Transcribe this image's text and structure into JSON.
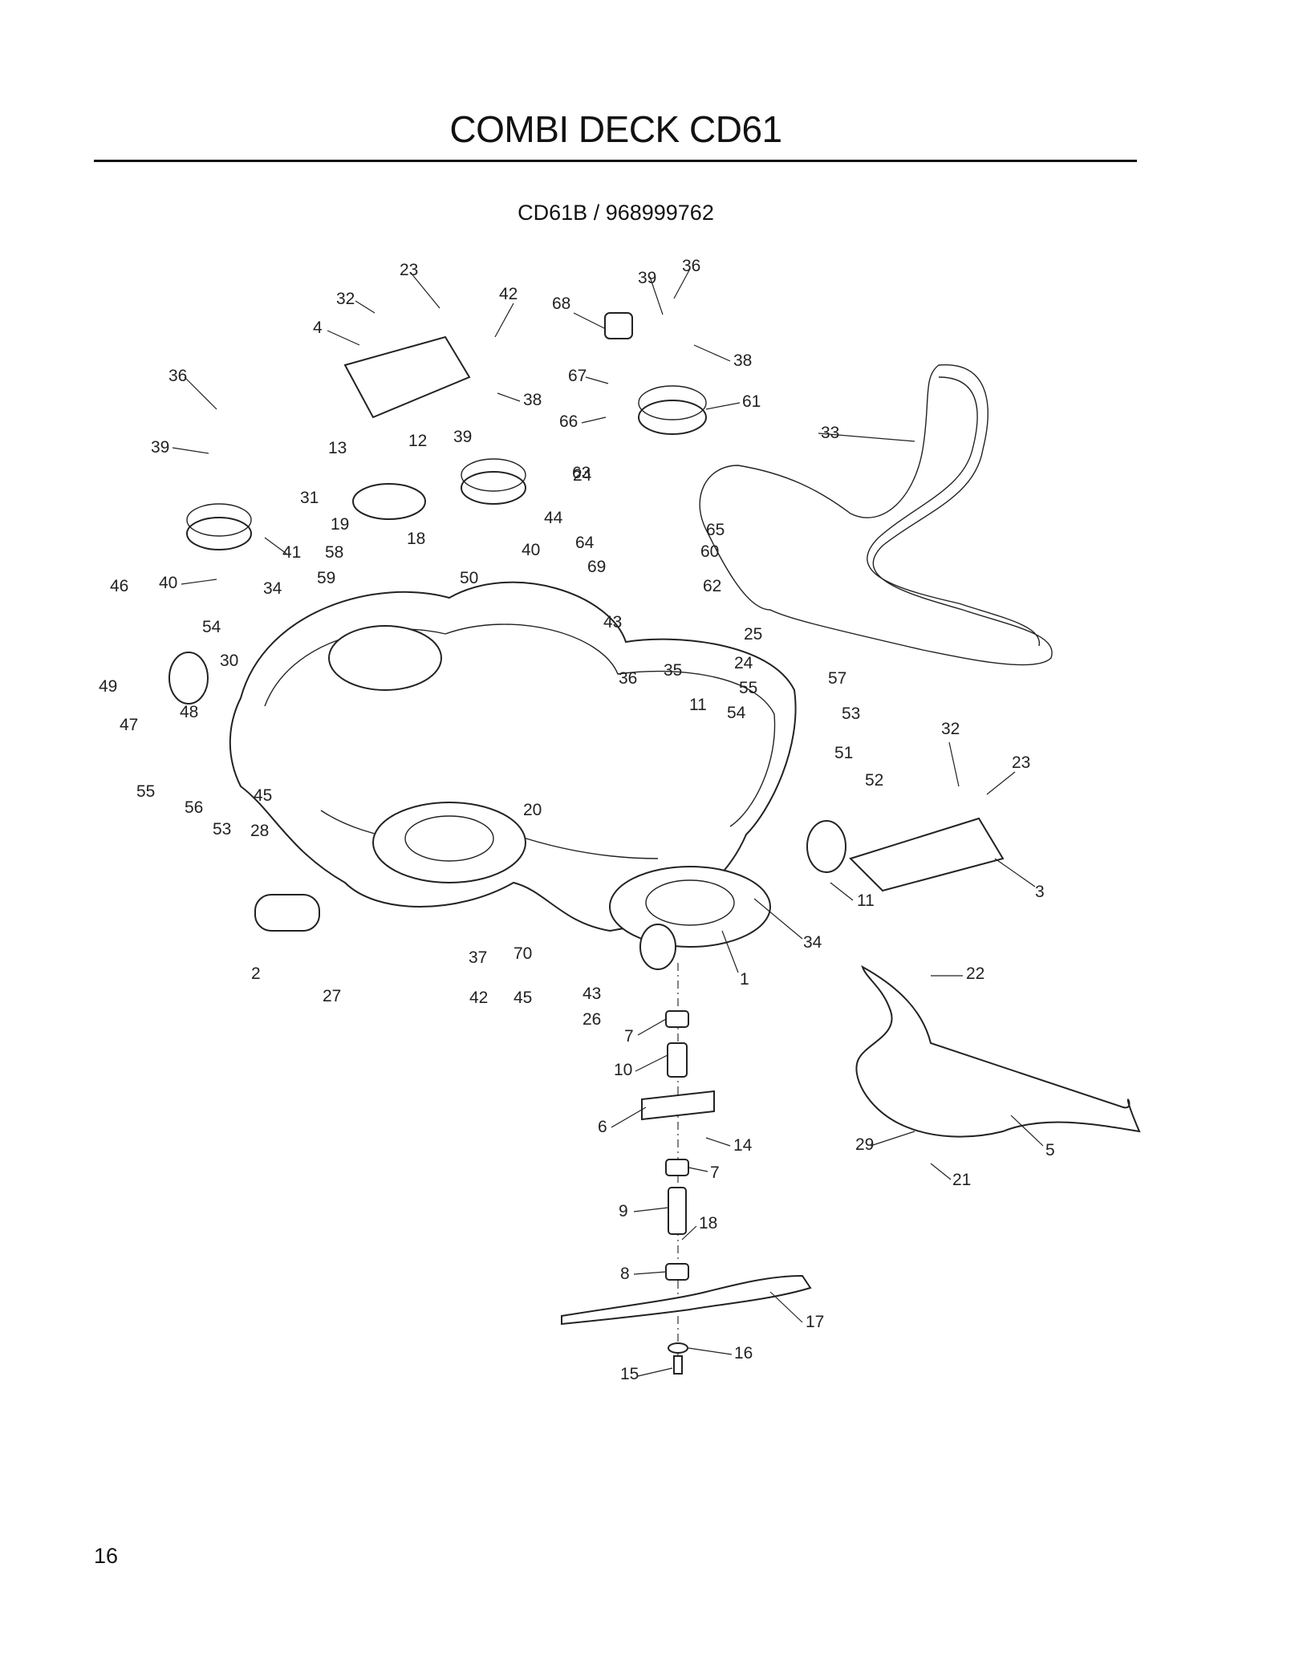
{
  "header": {
    "title": "COMBI DECK CD61",
    "subtitle": "CD61B / 968999762"
  },
  "footer": {
    "page_number": "16"
  },
  "callouts": [
    "1",
    "2",
    "3",
    "4",
    "5",
    "6",
    "7",
    "8",
    "9",
    "10",
    "11",
    "12",
    "13",
    "14",
    "15",
    "16",
    "17",
    "18",
    "19",
    "20",
    "21",
    "22",
    "23",
    "24",
    "25",
    "26",
    "27",
    "28",
    "29",
    "30",
    "31",
    "32",
    "33",
    "34",
    "35",
    "36",
    "37",
    "38",
    "39",
    "40",
    "41",
    "42",
    "43",
    "44",
    "45",
    "46",
    "47",
    "48",
    "49",
    "50",
    "51",
    "52",
    "53",
    "54",
    "55",
    "56",
    "57",
    "58",
    "59",
    "60",
    "61",
    "62",
    "63",
    "64",
    "65",
    "66",
    "67",
    "68",
    "69",
    "70"
  ]
}
